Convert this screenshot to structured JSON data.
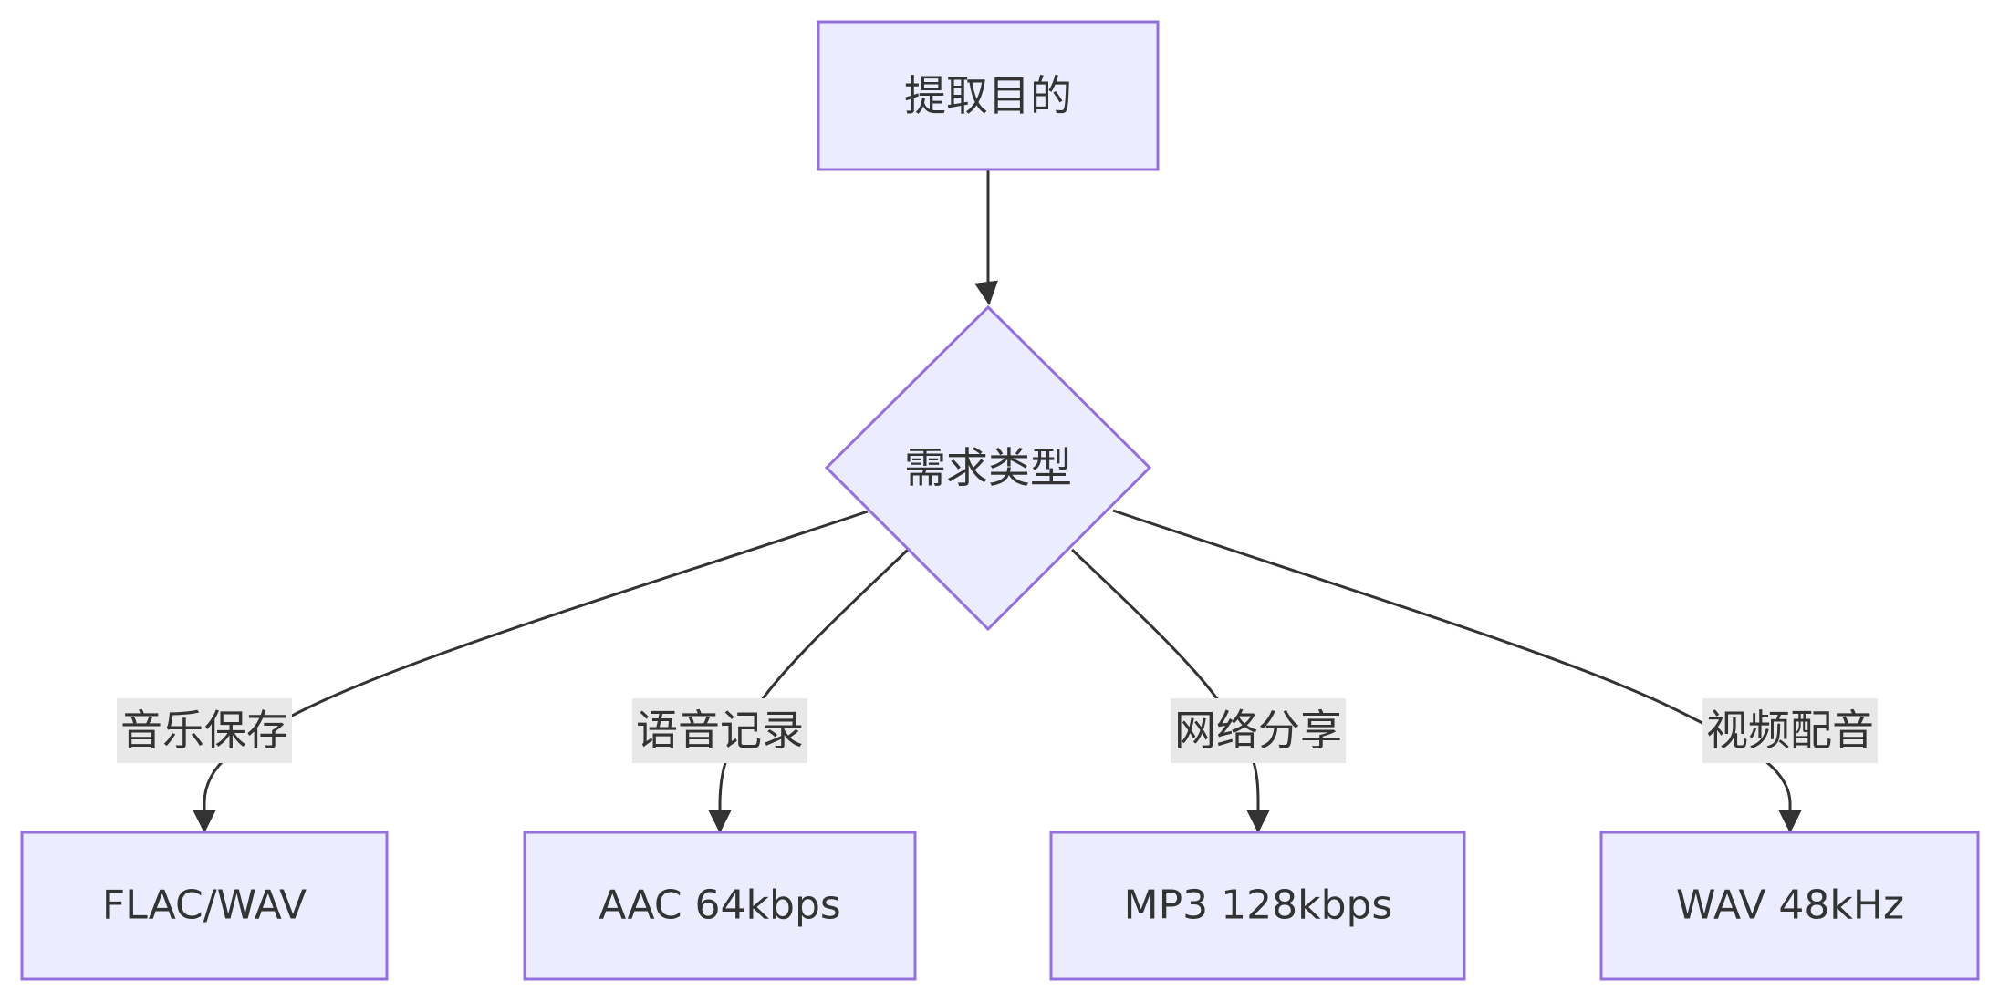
{
  "diagram": {
    "type": "flowchart",
    "nodes": {
      "start": {
        "label": "提取目的"
      },
      "decision": {
        "label": "需求类型"
      },
      "out1": {
        "label": "FLAC/WAV"
      },
      "out2": {
        "label": "AAC 64kbps"
      },
      "out3": {
        "label": "MP3 128kbps"
      },
      "out4": {
        "label": "WAV 48kHz"
      }
    },
    "edges": [
      {
        "from": "start",
        "to": "decision",
        "label": ""
      },
      {
        "from": "decision",
        "to": "out1",
        "label": "音乐保存"
      },
      {
        "from": "decision",
        "to": "out2",
        "label": "语音记录"
      },
      {
        "from": "decision",
        "to": "out3",
        "label": "网络分享"
      },
      {
        "from": "decision",
        "to": "out4",
        "label": "视频配音"
      }
    ],
    "colors": {
      "node_fill": "#ececff",
      "node_stroke": "#9370db",
      "edge": "#333333",
      "edge_label_bg": "#e8e8e8",
      "text": "#333333"
    }
  }
}
